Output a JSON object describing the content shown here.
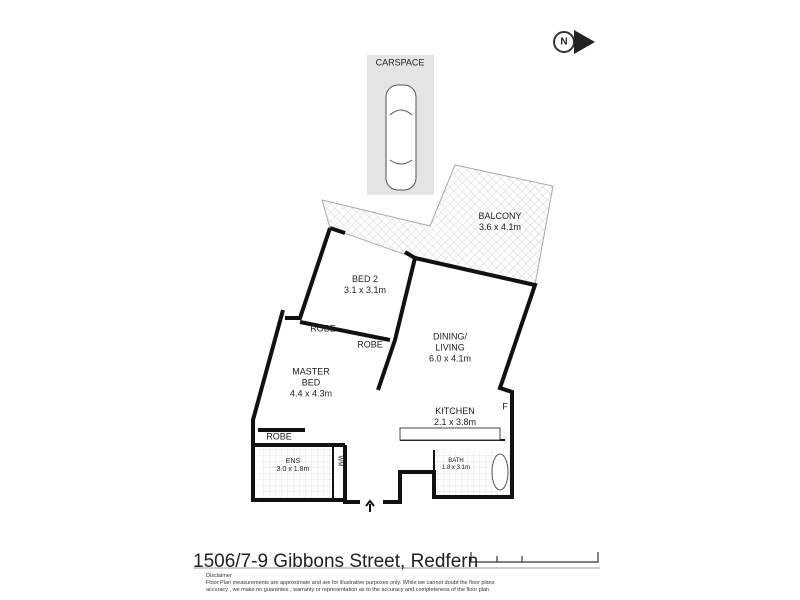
{
  "plan": {
    "address": "1506/7-9 Gibbons Street, Redfern",
    "compass": "N"
  },
  "rooms": {
    "carspace": "CARSPACE",
    "balcony": {
      "name": "BALCONY",
      "size": "3.6 x 4.1m"
    },
    "bed2": {
      "name": "BED 2",
      "size": "3.1 x 3.1m"
    },
    "robe1": "ROBE",
    "robe2": "ROBE",
    "robe3": "ROBE",
    "living": {
      "name": "DINING/\nLIVING",
      "size": "6.0 x 4.1m"
    },
    "master": {
      "name": "MASTER\nBED",
      "size": "4.4 x 4.3m"
    },
    "kitchen": {
      "name": "KITCHEN",
      "size": "2.1 x 3.8m"
    },
    "fridge": "F",
    "ens": {
      "name": "ENS",
      "size": "3.0 x 1.8m"
    },
    "wm": "WM",
    "bath": {
      "name": "BATH",
      "size": "1.8 x 3.1m"
    }
  },
  "disclaimer": {
    "heading": "Disclaimer",
    "line1": "Floor Plan measurements are approximate and are for illustrative purposes only. While we cannot doubt the floor plans",
    "line2": "accuracy , we make no guarantee , warranty or representation as to the accuracy and completeness of the floor plan"
  }
}
